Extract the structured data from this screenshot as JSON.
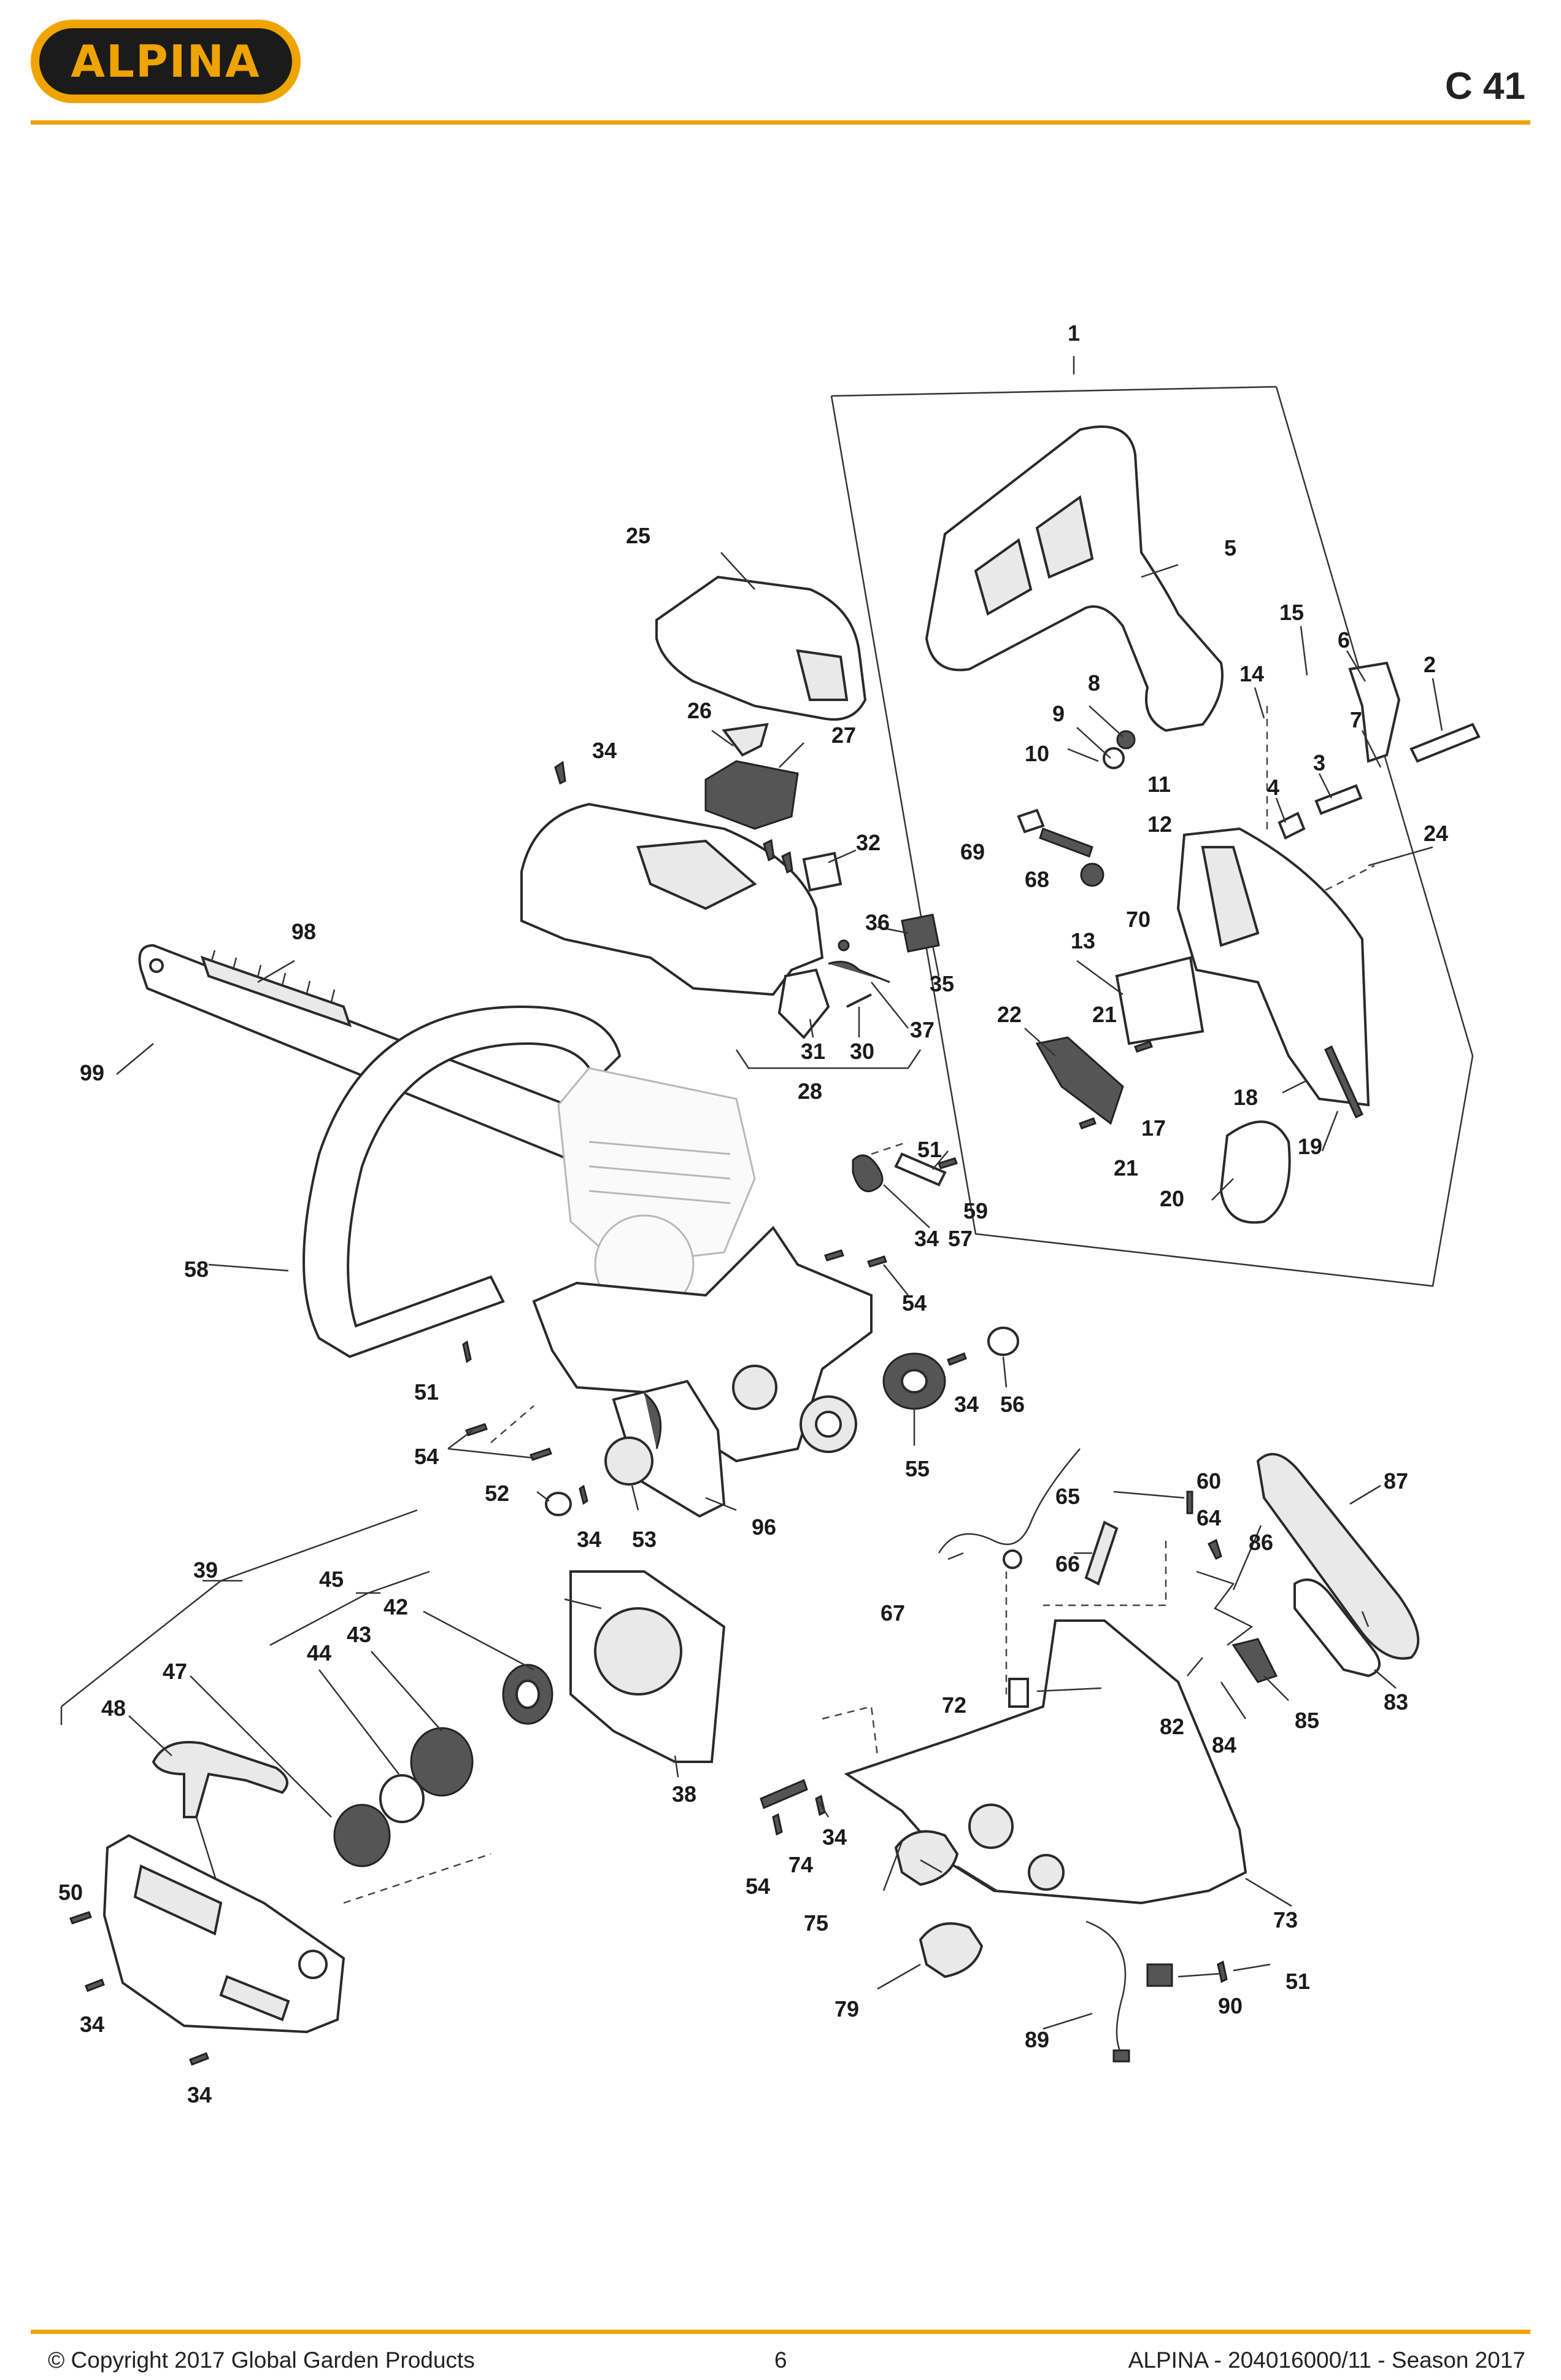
{
  "header": {
    "brand": "ALPINA",
    "model": "C 41"
  },
  "footer": {
    "copyright": "© Copyright 2017 Global Garden Products",
    "page_number": "6",
    "doc_ref": "ALPINA - 204016000/11 - Season 2017"
  },
  "diagram": {
    "part_numbers": {
      "p1": "1",
      "p2": "2",
      "p3": "3",
      "p4": "4",
      "p5": "5",
      "p6": "6",
      "p7": "7",
      "p8": "8",
      "p9": "9",
      "p10": "10",
      "p11": "11",
      "p12": "12",
      "p13": "13",
      "p14": "14",
      "p15": "15",
      "p17": "17",
      "p18": "18",
      "p19": "19",
      "p20": "20",
      "p21a": "21",
      "p21b": "21",
      "p22": "22",
      "p24": "24",
      "p25": "25",
      "p26": "26",
      "p27": "27",
      "p28": "28",
      "p30": "30",
      "p31": "31",
      "p32": "32",
      "p34a": "34",
      "p34b": "34",
      "p34c": "34",
      "p34d": "34",
      "p34e": "34",
      "p34f": "34",
      "p34g": "34",
      "p35": "35",
      "p36": "36",
      "p37": "37",
      "p38": "38",
      "p39": "39",
      "p42": "42",
      "p43": "43",
      "p44": "44",
      "p45": "45",
      "p47": "47",
      "p48": "48",
      "p50": "50",
      "p51a": "51",
      "p51b": "51",
      "p51c": "51",
      "p52": "52",
      "p53": "53",
      "p54a": "54",
      "p54b": "54",
      "p54c": "54",
      "p55": "55",
      "p56": "56",
      "p57": "57",
      "p58": "58",
      "p59": "59",
      "p60": "60",
      "p64": "64",
      "p65": "65",
      "p66": "66",
      "p67": "67",
      "p68": "68",
      "p69": "69",
      "p70": "70",
      "p72": "72",
      "p73": "73",
      "p74": "74",
      "p75": "75",
      "p79": "79",
      "p82": "82",
      "p83": "83",
      "p84": "84",
      "p85": "85",
      "p86": "86",
      "p87": "87",
      "p89": "89",
      "p90": "90",
      "p96": "96",
      "p98": "98",
      "p99": "99"
    }
  }
}
